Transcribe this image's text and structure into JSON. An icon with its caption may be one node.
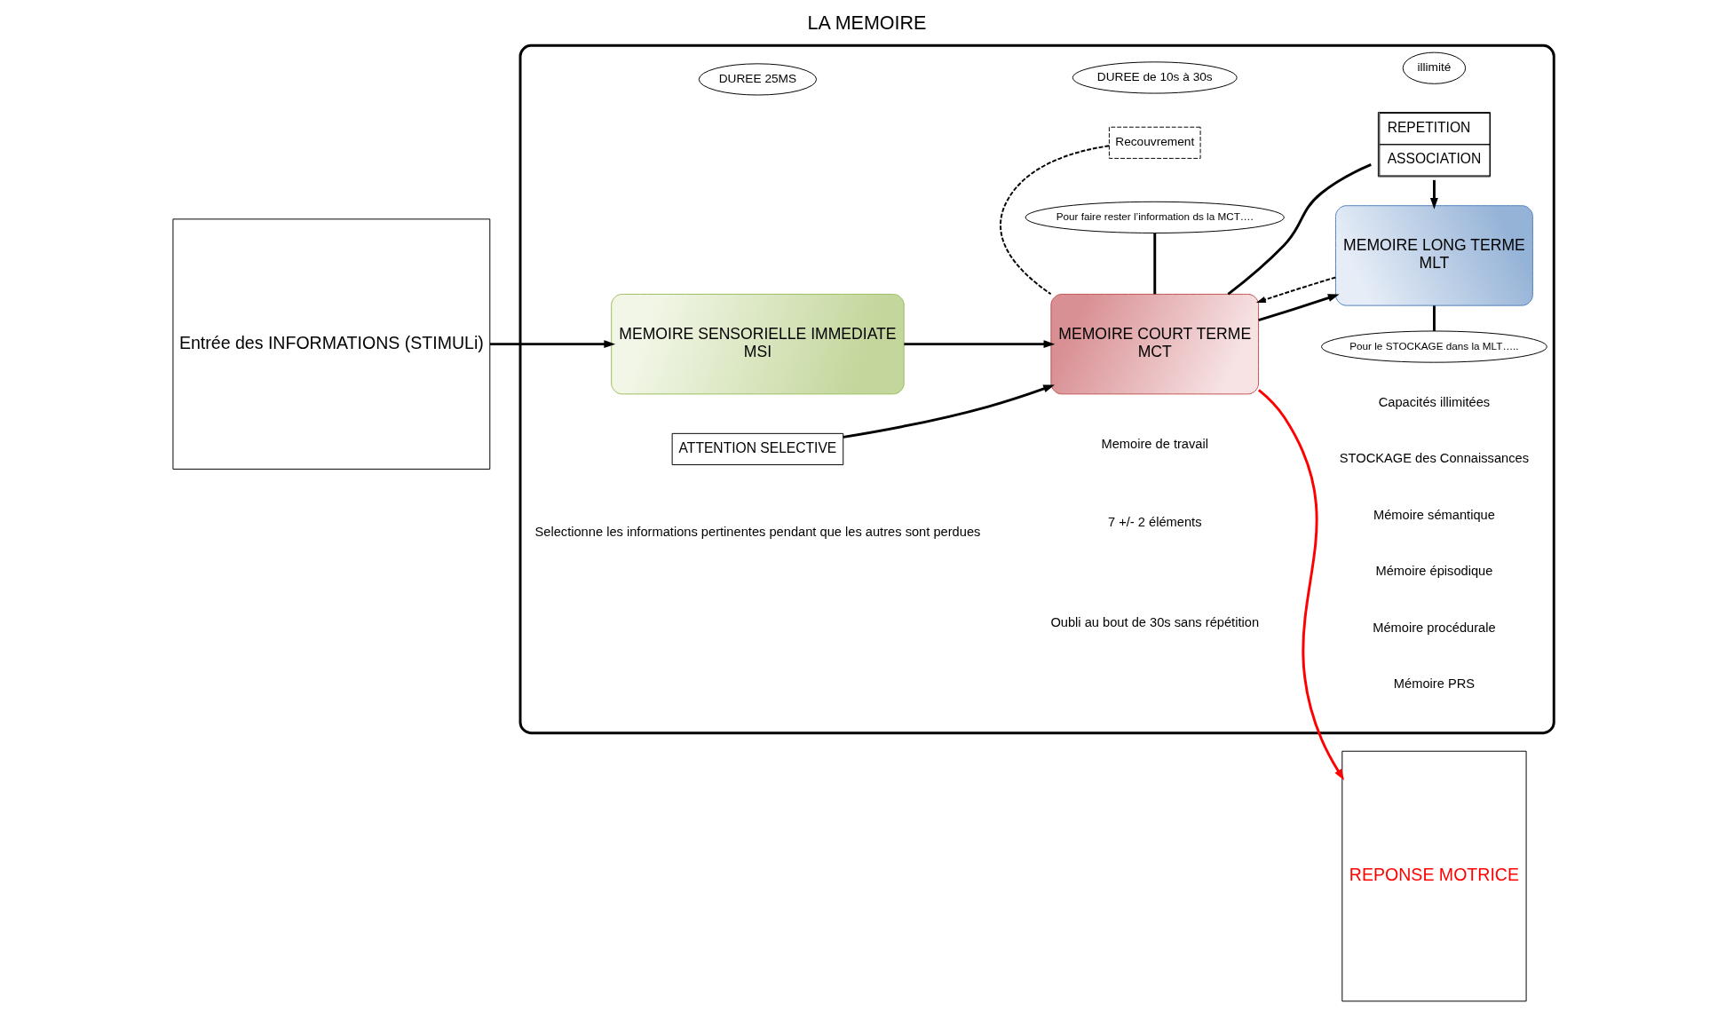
{
  "diagram": {
    "title": "LA MEMOIRE",
    "nodes": [
      {
        "text": [
          "Entrée des INFORMATIONS (STIMULi)"
        ]
      },
      {
        "text": [],
        "shape": "box"
      },
      {
        "text": [
          "DUREE 25MS"
        ],
        "in": 1
      },
      {
        "text": [
          "MEMOIRE SENSORIELLE IMMEDIATE",
          "MSI"
        ],
        "in": 1
      },
      {
        "text": [
          "DUREE de 10s à 30s"
        ],
        "in": 1
      },
      {
        "text": [
          "MEMOIRE COURT TERME",
          "MCT"
        ],
        "in": 1
      },
      {
        "text": [
          "Recouvrement"
        ],
        "in": 1
      },
      {
        "text": [
          "illimité"
        ],
        "in": 1
      },
      {
        "text": [
          "MEMOIRE LONG TERME",
          "MLT"
        ],
        "in": 1
      },
      {
        "text": [
          "Pour faire rester l’information ds la MCT…."
        ],
        "in": 1
      },
      {
        "text": [
          "ATTENTION SELECTIVE"
        ],
        "in": 1
      },
      {
        "text": [
          "REPETITION",
          "ASSOCIATION"
        ],
        "in": 1
      },
      {
        "text": [
          "Pour le STOCKAGE dans la MLT….."
        ],
        "in": 1
      },
      {
        "text": [
          "REPONSE MOTRICE"
        ]
      }
    ],
    "edges": [
      {
        "from": 0,
        "to": 3,
        "arrow": "to"
      },
      {
        "from": 3,
        "to": 5,
        "arrow": "to"
      },
      {
        "from": 10,
        "to": 5,
        "arrow": "to"
      },
      {
        "from": 5,
        "to": 8,
        "arrow": "to"
      },
      {
        "from": 11,
        "to": 8,
        "arrow": "to"
      },
      {
        "from": 11,
        "to": 5,
        "arrow": "none"
      },
      {
        "from": 8,
        "to": 5,
        "arrow": "to",
        "style": "dashed"
      },
      {
        "from": 6,
        "to": 5,
        "arrow": "none",
        "style": "dashed"
      },
      {
        "from": 5,
        "to": 13,
        "arrow": "to",
        "color": "#ff0000"
      },
      {
        "from": 9,
        "to": 5,
        "arrow": "none"
      },
      {
        "from": 12,
        "to": 8,
        "arrow": "none"
      }
    ],
    "labels": [
      "Selectionne les informations pertinentes pendant que les autres sont perdues",
      "Memoire de travail",
      "7 +/- 2 éléments",
      "Oubli au bout de 30s sans répétition",
      "Capacités illimitées",
      "STOCKAGE des Connaissances",
      "Mémoire sémantique",
      "Mémoire épisodique",
      "Mémoire procédurale",
      "Mémoire PRS"
    ]
  }
}
